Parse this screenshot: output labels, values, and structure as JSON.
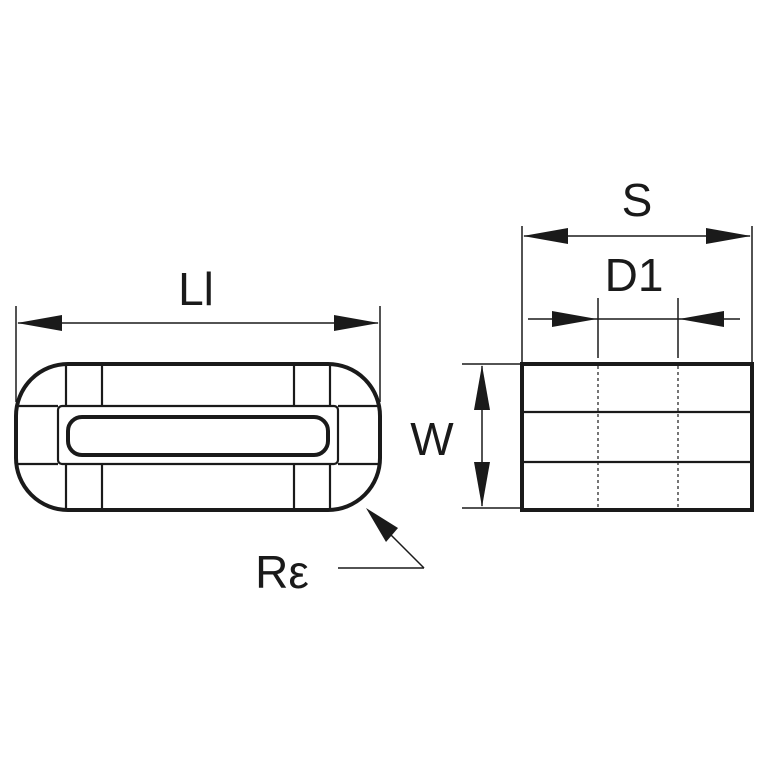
{
  "labels": {
    "length": "Ll",
    "width": "W",
    "thickness": "S",
    "diameter": "D1",
    "radius": "Rε"
  },
  "colors": {
    "stroke": "#1a1a1a",
    "background": "#ffffff"
  }
}
